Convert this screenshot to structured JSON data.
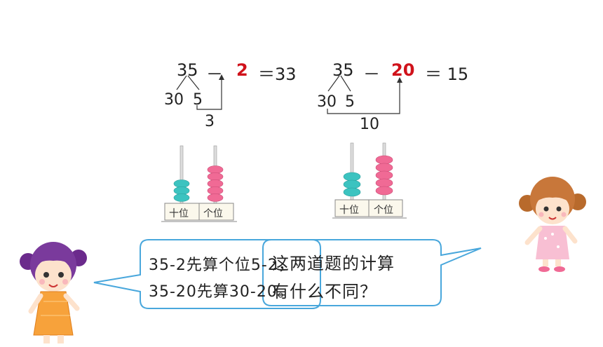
{
  "problem1": {
    "minuend": "35",
    "minus": "－",
    "subtrahend": "2",
    "equals": "＝33",
    "split_tens": "30",
    "split_ones": "5",
    "partial": "3"
  },
  "problem2": {
    "minuend": "35",
    "minus": "－",
    "subtrahend": "20",
    "equals": "＝ 15",
    "split_tens": "30",
    "split_ones": "5",
    "partial": "10"
  },
  "abacus1": {
    "tens_label": "十位",
    "ones_label": "个位",
    "tens_beads": 3,
    "ones_beads": 5
  },
  "abacus2": {
    "tens_label": "十位",
    "ones_label": "个位",
    "tens_beads": 3,
    "ones_beads": 5
  },
  "bubble_left": {
    "line1": "35-2先算个位5-2，",
    "line2": "35-20先算30-20。"
  },
  "bubble_right": {
    "line1": "这两道题的计算",
    "line2": "有什么不同？"
  },
  "colors": {
    "tens_bead": "#3cc3c0",
    "ones_bead": "#f06a95",
    "bubble_border": "#49a7dc",
    "red": "#d0121b"
  }
}
